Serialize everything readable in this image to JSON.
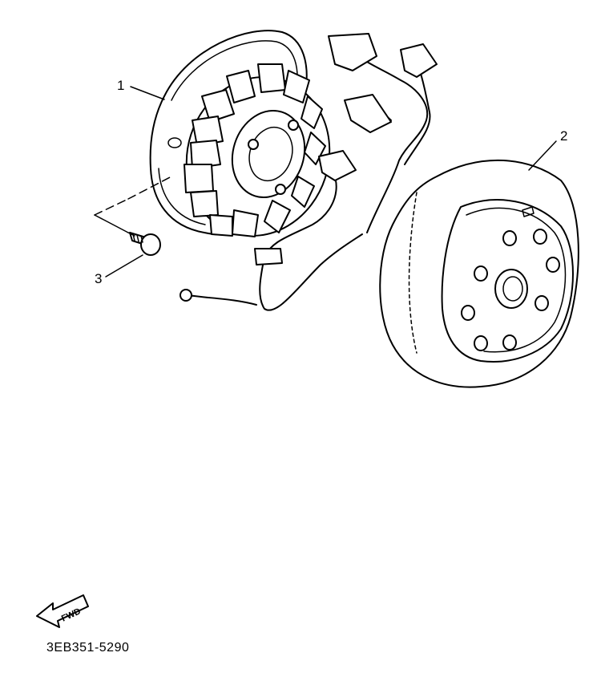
{
  "callouts": {
    "c1": "1",
    "c2": "2",
    "c3": "3"
  },
  "fwd_label": "FWD",
  "diagram_code": "3EB351-5290",
  "icons": {
    "fwd": "fwd-arrow-icon"
  }
}
